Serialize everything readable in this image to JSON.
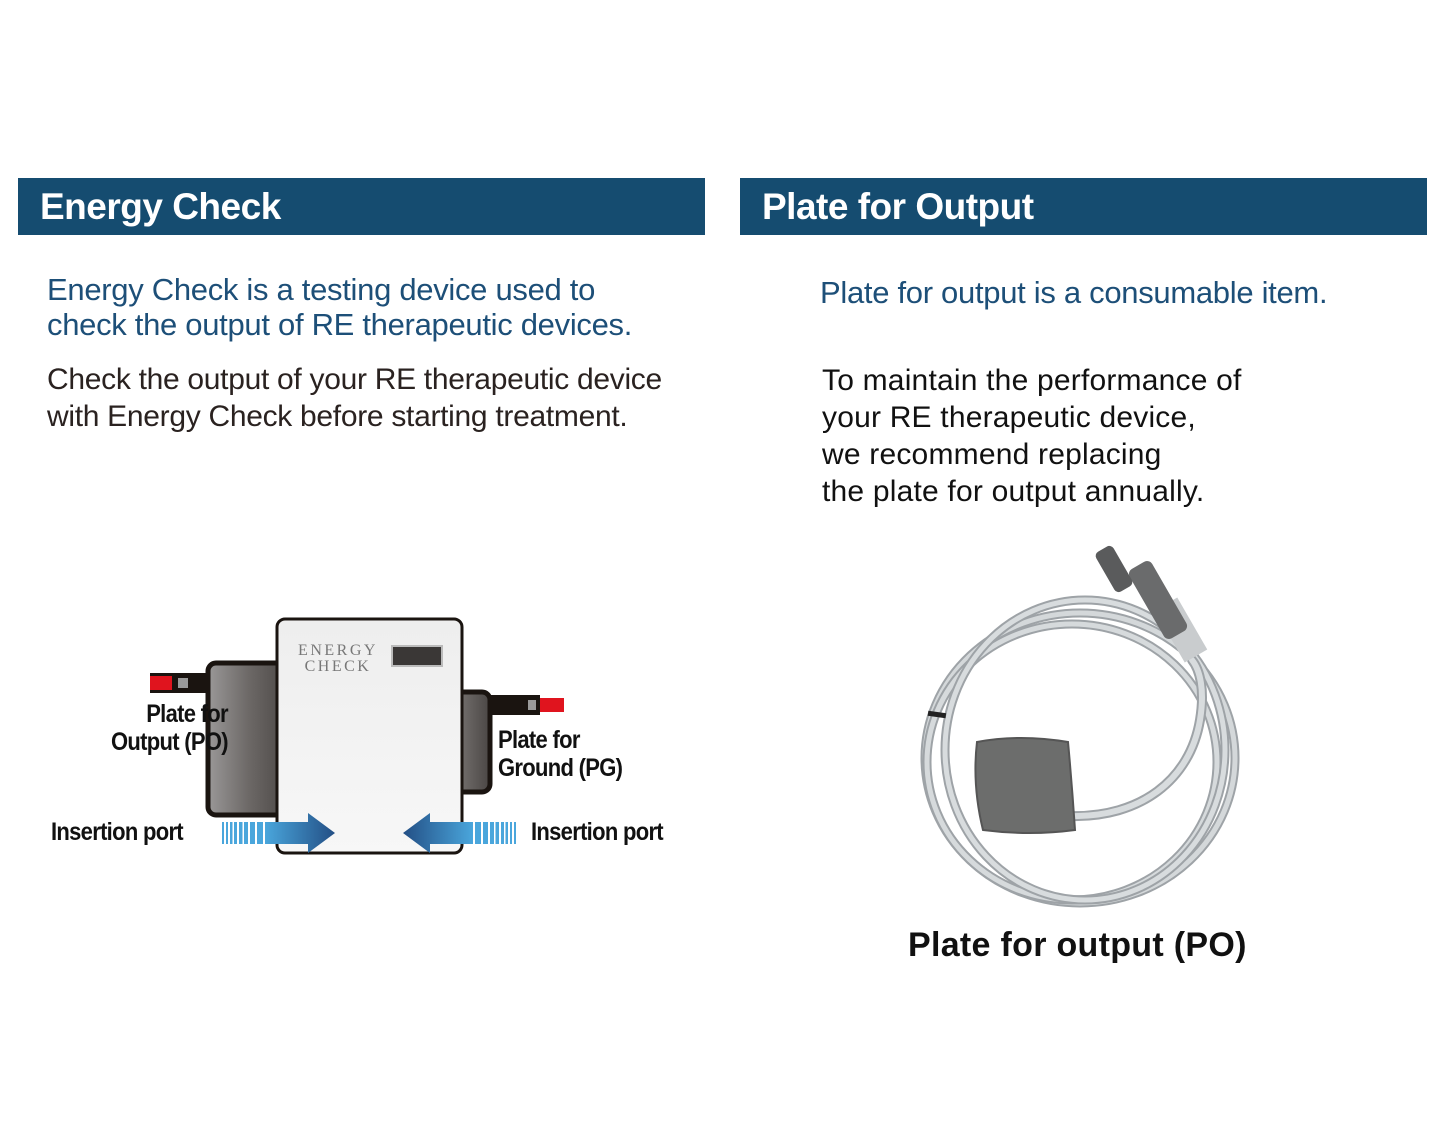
{
  "left_panel": {
    "title": "Energy Check",
    "lead": "Energy Check is a testing device used to\ncheck the output of RE therapeutic devices.",
    "body": "Check the output of your RE therapeutic device\nwith Energy Check before starting treatment.",
    "diagram": {
      "device_label_line1": "ENERGY",
      "device_label_line2": "CHECK",
      "label_po": "Plate for\nOutput (PO)",
      "label_pg": "Plate for\nGround (PG)",
      "label_port_left": "Insertion port",
      "label_port_right": "Insertion port"
    }
  },
  "right_panel": {
    "title": "Plate for Output",
    "lead": "Plate for output is a consumable item.",
    "body": "To maintain the performance of\nyour RE therapeutic device,\nwe recommend replacing\nthe plate for output annually.",
    "caption": "Plate for output (PO)"
  },
  "colors": {
    "banner": "#154c70",
    "lead_text": "#1d4f78",
    "arrow": "#2a5d92",
    "connector_red": "#e0141e"
  }
}
